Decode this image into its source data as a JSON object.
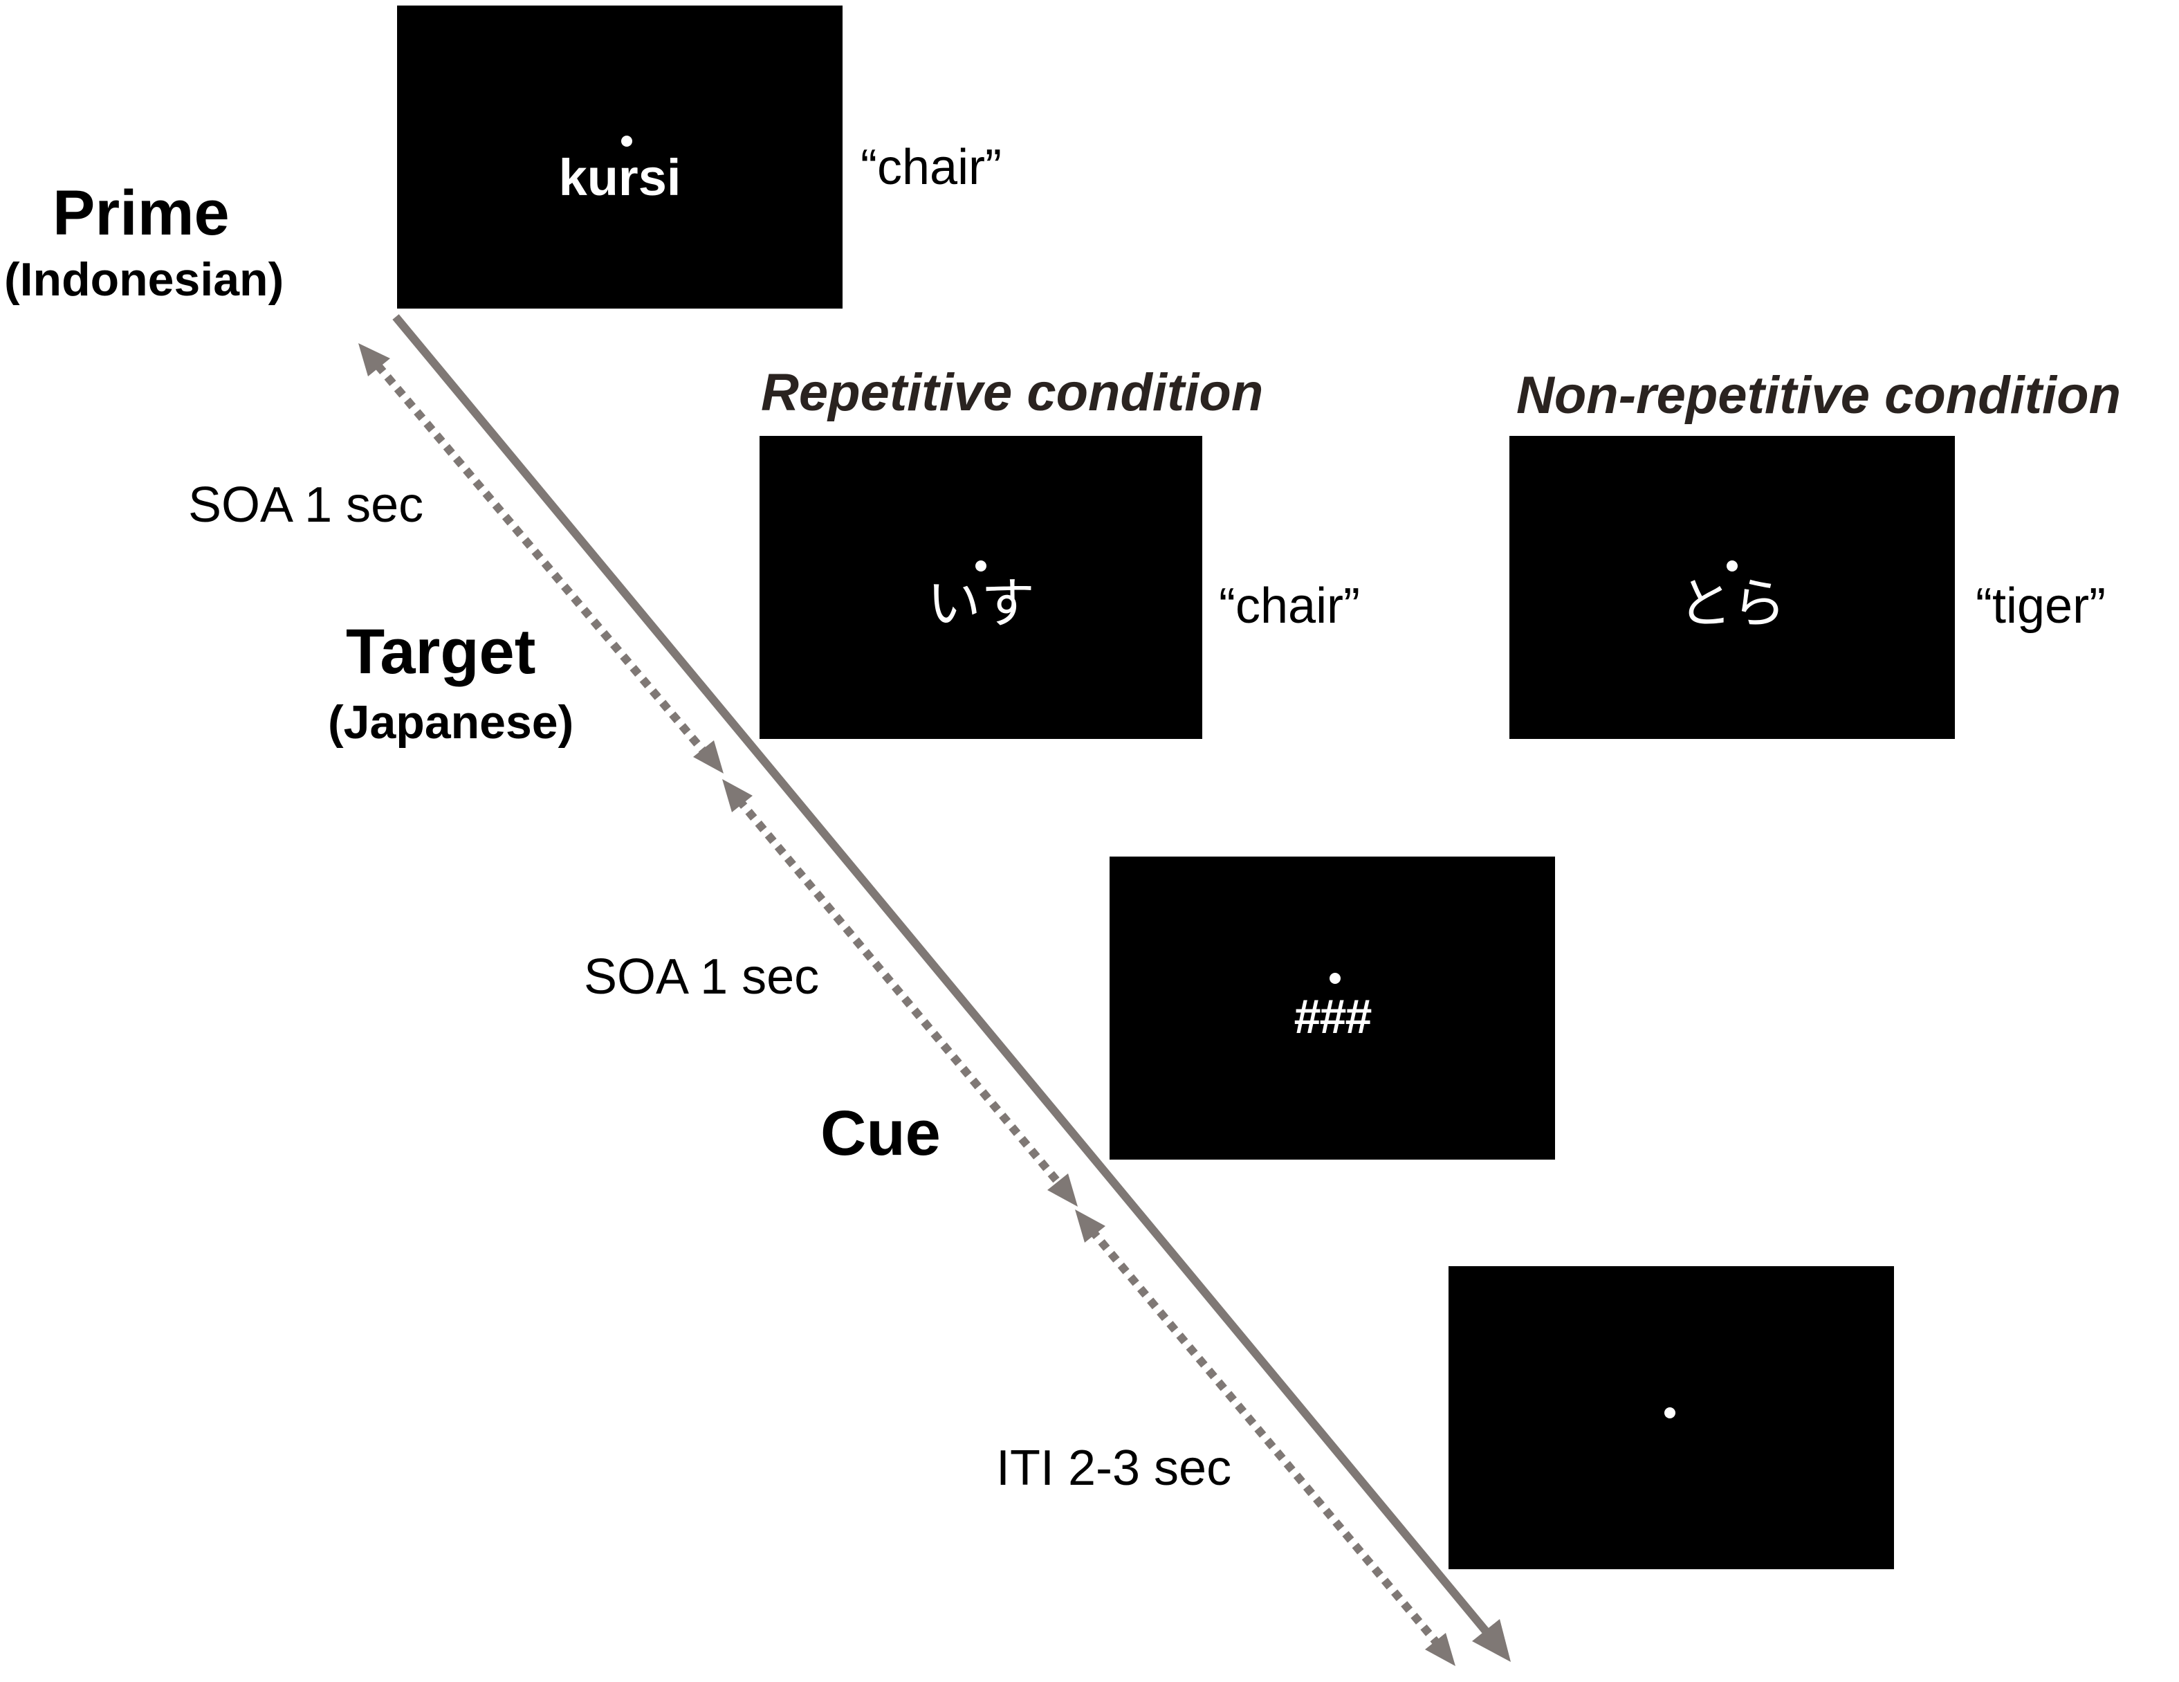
{
  "phases": {
    "prime": {
      "title": "Prime",
      "subtitle": "(Indonesian)"
    },
    "target": {
      "title": "Target",
      "subtitle": "(Japanese)"
    },
    "cue": {
      "title": "Cue"
    }
  },
  "intervals": {
    "soa_1": "SOA 1 sec",
    "soa_2": "SOA 1 sec",
    "iti": "ITI 2-3 sec"
  },
  "conditions": {
    "repetitive": "Repetitive condition",
    "non_repetitive": "Non-repetitive condition"
  },
  "screens": {
    "prime": {
      "stimulus": "kursi",
      "gloss": "“chair”"
    },
    "target_repetitive": {
      "stimulus": "いす",
      "gloss": "“chair”"
    },
    "target_non_repetitive": {
      "stimulus": "とら",
      "gloss": "“tiger”"
    },
    "cue": {
      "stimulus": "###"
    },
    "iti": {
      "stimulus": ""
    }
  },
  "colors": {
    "screen": "#000000",
    "stimulus": "#ffffff",
    "arrow": "#7f7875"
  }
}
